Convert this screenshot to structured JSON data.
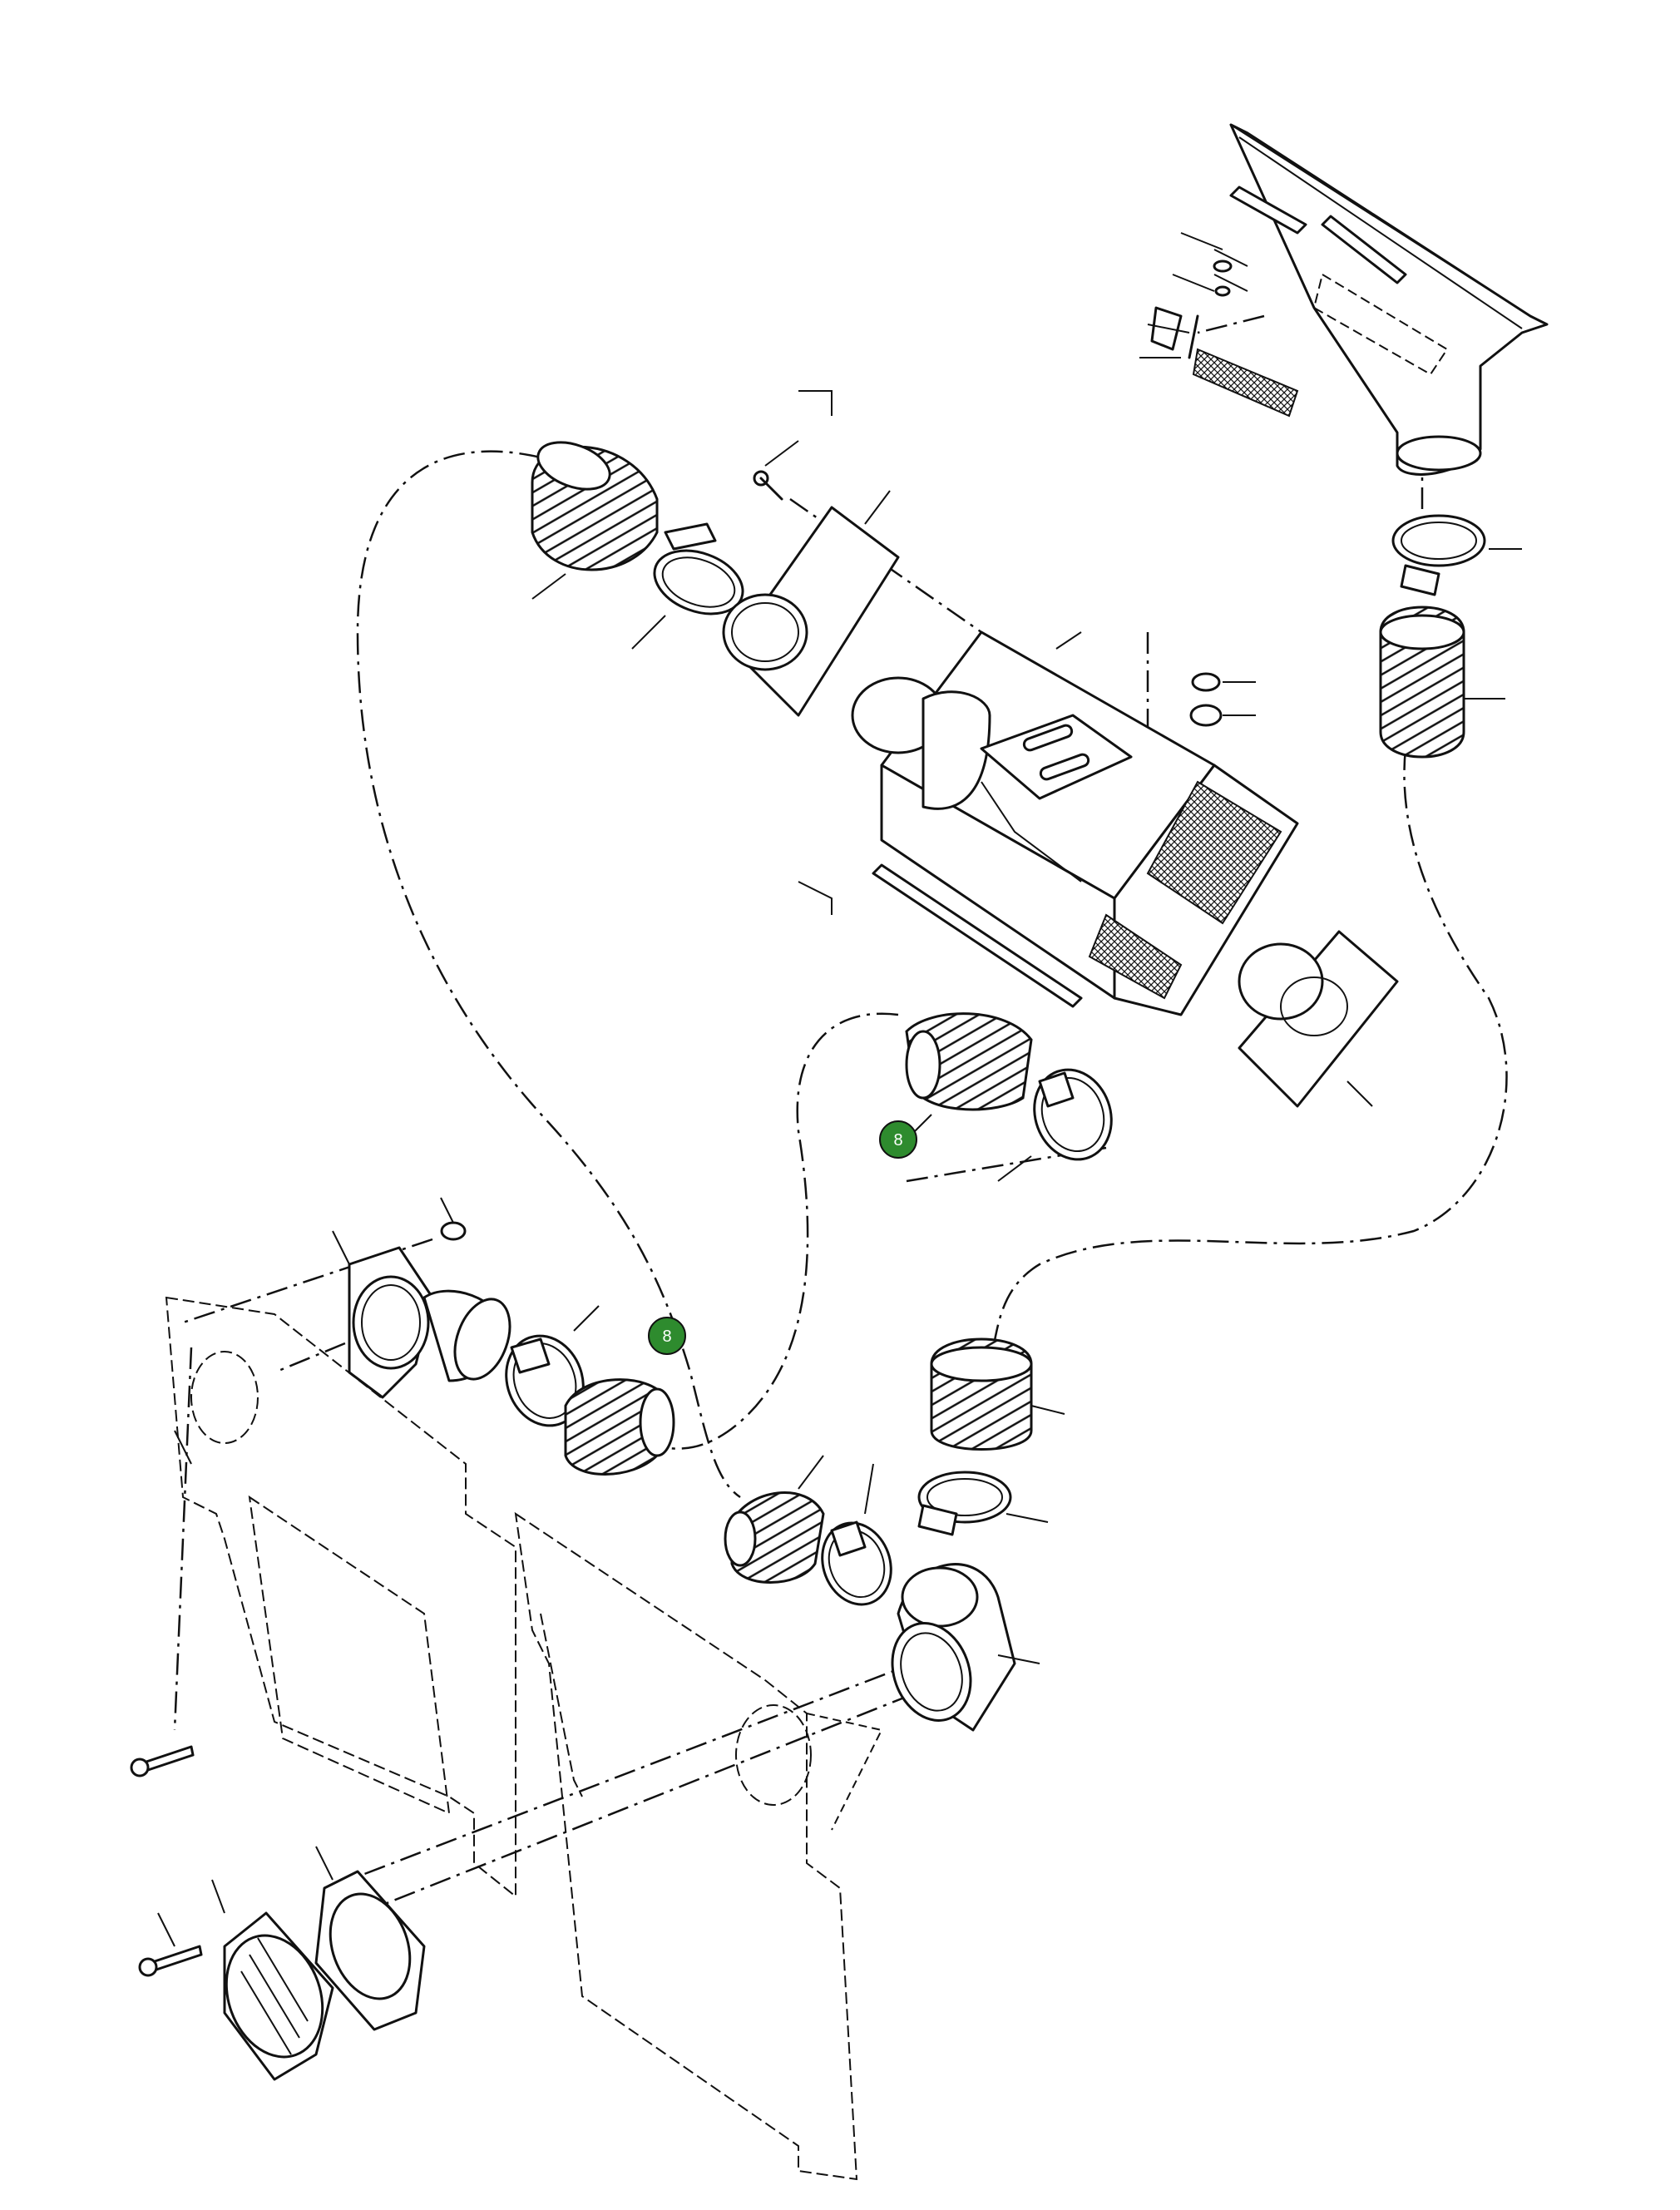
{
  "diagram": {
    "callouts": [
      {
        "id": "callout-upper",
        "label": "8"
      },
      {
        "id": "callout-lower",
        "label": "8"
      }
    ],
    "colors": {
      "callout_fill": "#2e8b2e",
      "line": "#111111",
      "background": "#ffffff"
    }
  }
}
